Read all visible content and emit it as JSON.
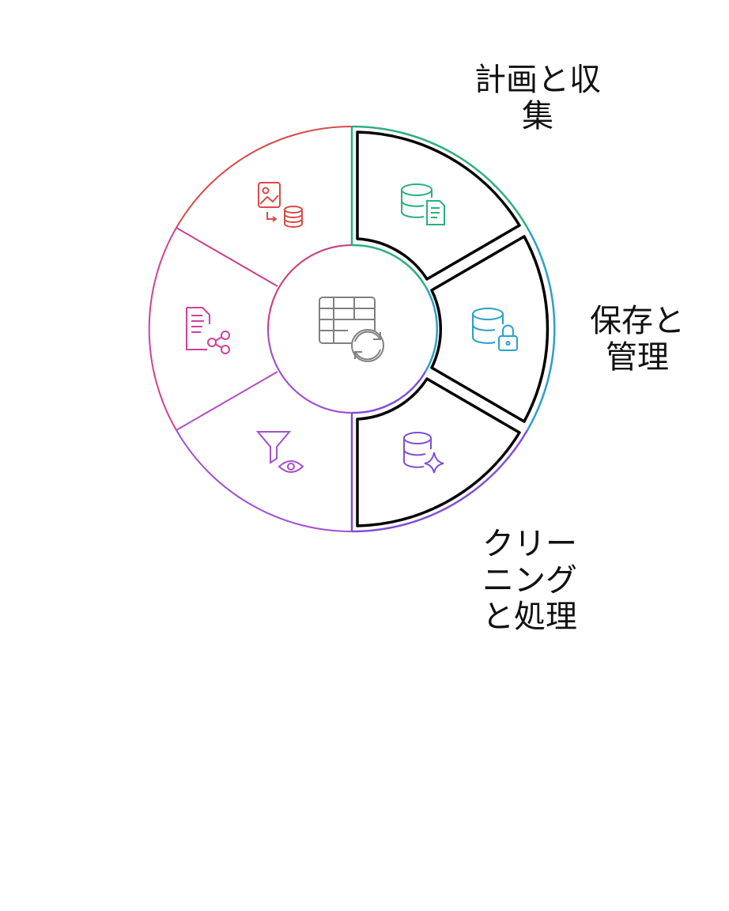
{
  "title": "",
  "center": {
    "icon": "table-refresh-icon",
    "color": "#808080"
  },
  "segments": [
    {
      "id": "collect",
      "icon": "image-to-database-icon",
      "color": "#d94a4a",
      "highlighted": false
    },
    {
      "id": "plan",
      "icon": "database-document-icon",
      "color": "#2ab07f",
      "highlighted": true
    },
    {
      "id": "store",
      "icon": "database-lock-icon",
      "color": "#2aa0cc",
      "highlighted": true
    },
    {
      "id": "clean",
      "icon": "database-sparkle-icon",
      "color": "#7f4fd6",
      "highlighted": true
    },
    {
      "id": "filter",
      "icon": "filter-eye-icon",
      "color": "#a24fd0",
      "highlighted": false
    },
    {
      "id": "share",
      "icon": "document-share-icon",
      "color": "#d23f9a",
      "highlighted": false
    }
  ],
  "labels": {
    "plan": [
      "計画と収",
      "集"
    ],
    "store": [
      "保存と",
      "管理"
    ],
    "clean": [
      "クリー",
      "ニング",
      "と処理"
    ]
  }
}
